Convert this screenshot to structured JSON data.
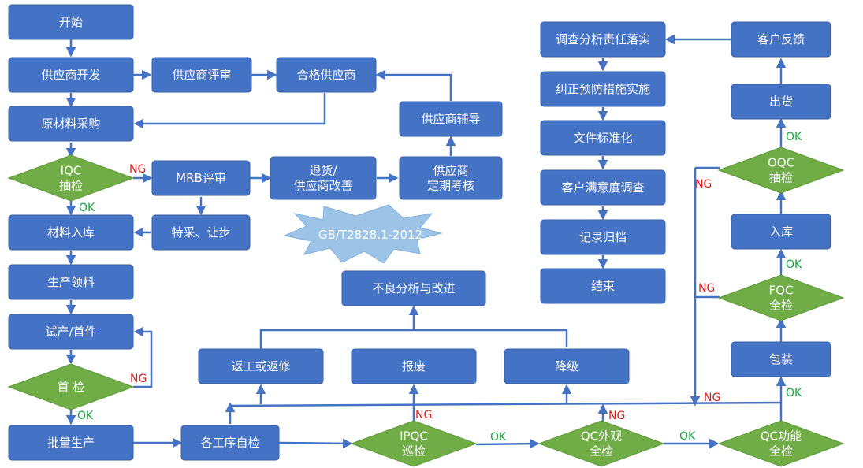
{
  "colors": {
    "box_fill": "#4472c4",
    "box_stroke": "#3a62ad",
    "diamond_fill": "#70ad47",
    "diamond_stroke": "#5b9a36",
    "arrow": "#4472c4",
    "ng": "#e11818",
    "ok": "#13a83a",
    "star_fill": "#9dc3e6",
    "star_text": "#ffffff"
  },
  "nodes": {
    "start": "开始",
    "supplier_dev": "供应商开发",
    "supplier_eval": "供应商评审",
    "qualified_supplier": "合格供应商",
    "raw_purchase": "原材料采购",
    "supplier_coach": "供应商辅导",
    "iqc": [
      "IQC",
      "抽检"
    ],
    "mrb": "MRB评审",
    "return_improve": [
      "退货/",
      "供应商改善"
    ],
    "supplier_periodic": [
      "供应商",
      "定期考核"
    ],
    "material_store": "材料入库",
    "special_pick": "特采、让步",
    "production_pick": "生产领料",
    "trial_first": "试产/首件",
    "first_check": "首 检",
    "mass_production": "批量生产",
    "process_check": "各工序自检",
    "ipqc": [
      "IPQC",
      "巡检"
    ],
    "qc_appearance": [
      "QC外观",
      "全检"
    ],
    "qc_function": [
      "QC功能",
      "全检"
    ],
    "rework": "返工或返修",
    "scrap": "报废",
    "downgrade": "降级",
    "defect_analysis": "不良分析与改进",
    "standard": "GB/T2828.1-2012",
    "investigation": "调查分析责任落实",
    "corrective": "纠正预防措施实施",
    "doc_standard": "文件标准化",
    "satisfaction": "客户满意度调查",
    "record_archive": "记录归档",
    "end": "结束",
    "customer_feedback": "客户反馈",
    "shipping": "出货",
    "oqc": [
      "OQC",
      "抽检"
    ],
    "warehouse": "入库",
    "fqc": [
      "FQC",
      "全检"
    ],
    "packaging": "包装"
  },
  "labels": {
    "ng": "NG",
    "ok": "OK"
  }
}
